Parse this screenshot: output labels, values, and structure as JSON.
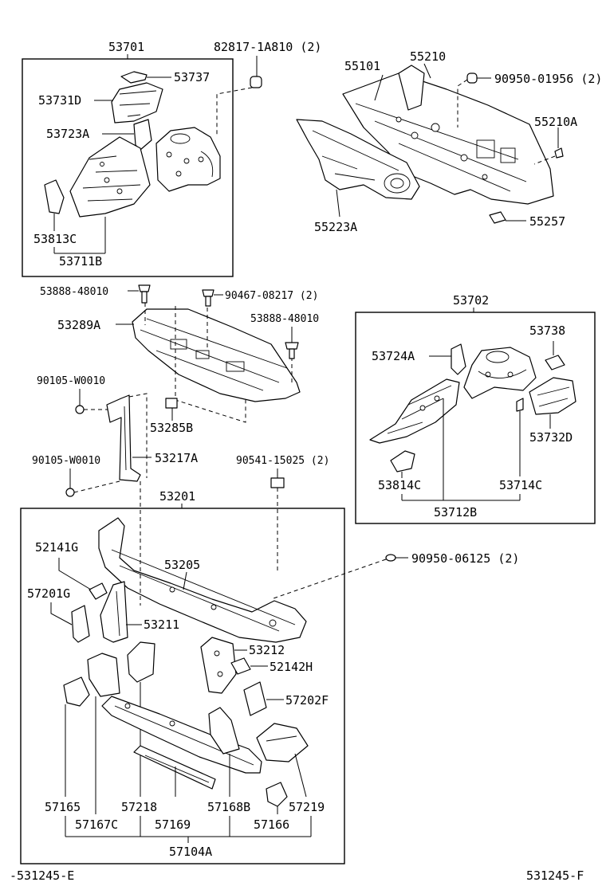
{
  "labels": {
    "l53701": "53701",
    "l82817": "82817-1A810 (2)",
    "l53737": "53737",
    "l53731d": "53731D",
    "l53723a": "53723A",
    "l53813c": "53813C",
    "l53711b": "53711B",
    "l55101": "55101",
    "l55210": "55210",
    "l90950_01956": "90950-01956 (2)",
    "l55210a": "55210A",
    "l55223a": "55223A",
    "l55257": "55257",
    "l53888a": "53888-48010",
    "l90467": "90467-08217 (2)",
    "l53289a": "53289A",
    "l53888b": "53888-48010",
    "l90105a": "90105-W0010",
    "l53285b": "53285B",
    "l53217a": "53217A",
    "l90105b": "90105-W0010",
    "l90541": "90541-15025 (2)",
    "l53702": "53702",
    "l53738": "53738",
    "l53724a": "53724A",
    "l53732d": "53732D",
    "l53814c": "53814C",
    "l53714c": "53714C",
    "l53712b": "53712B",
    "l53201": "53201",
    "l52141g": "52141G",
    "l53205": "53205",
    "l90950_06125": "90950-06125 (2)",
    "l57201g": "57201G",
    "l53211": "53211",
    "l53212": "53212",
    "l52142h": "52142H",
    "l57202f": "57202F",
    "l57165": "57165",
    "l57218": "57218",
    "l57168b": "57168B",
    "l57219": "57219",
    "l57167c": "57167C",
    "l57169": "57169",
    "l57166": "57166",
    "l57104a": "57104A",
    "code_left": "-531245-E",
    "code_right": "531245-F"
  }
}
